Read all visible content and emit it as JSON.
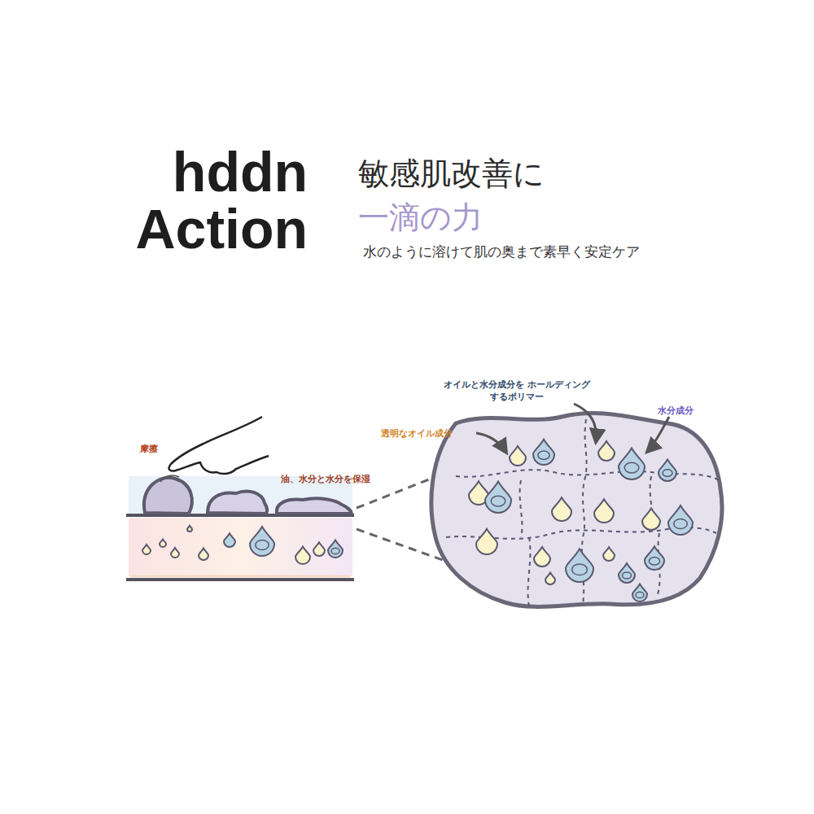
{
  "diagram": {
    "title": "hddn Action",
    "labels": [
      "敏感肌改善に",
      "一滴の力",
      "水のように溶けて肌の奥まで素早く安定ケア",
      "摩擦",
      "油、水分と水分を保湿",
      "オイルと水分成分を ホールディングするポリマー",
      "透明なオイル成分",
      "水分成分"
    ]
  }
}
